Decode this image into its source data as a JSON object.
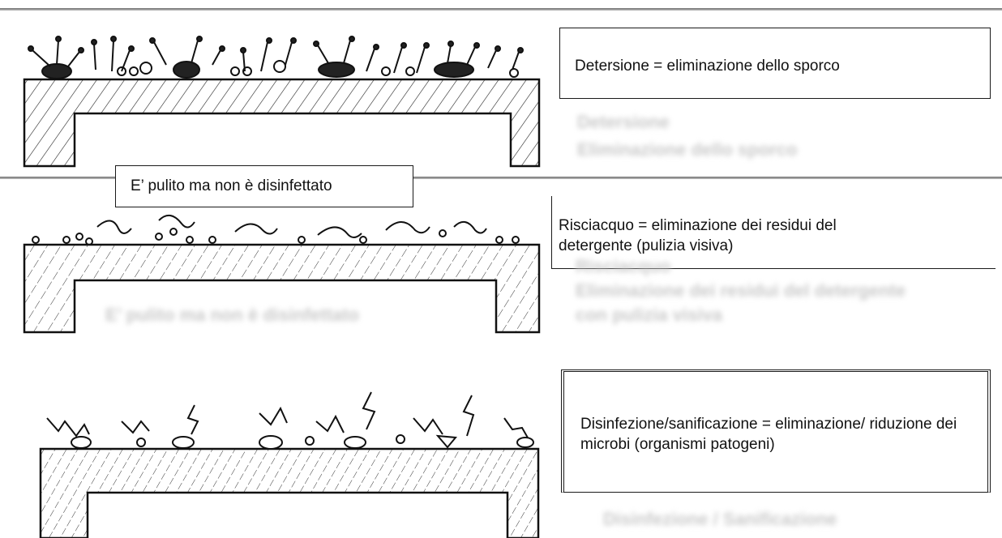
{
  "panels": [
    {
      "caption": "Detersione = eliminazione dello sporco",
      "faded_caption": [
        "Detersione",
        "Eliminazione dello sporco"
      ]
    },
    {
      "caption": "Risciacquo = eliminazione dei residui del detergente (pulizia visiva)",
      "faded_caption": [
        "Risciacquo",
        "Eliminazione dei residui del detergente",
        "con pulizia visiva"
      ],
      "note": "E’ pulito ma non è disinfettato",
      "faded_note": "E’ pulito ma non è disinfettato"
    },
    {
      "caption": "Disinfezione/sanificazione = eliminazione/ riduzione dei microbi (organismi patogeni)",
      "faded_caption": [
        "Disinfezione / Sanificazione"
      ]
    }
  ]
}
